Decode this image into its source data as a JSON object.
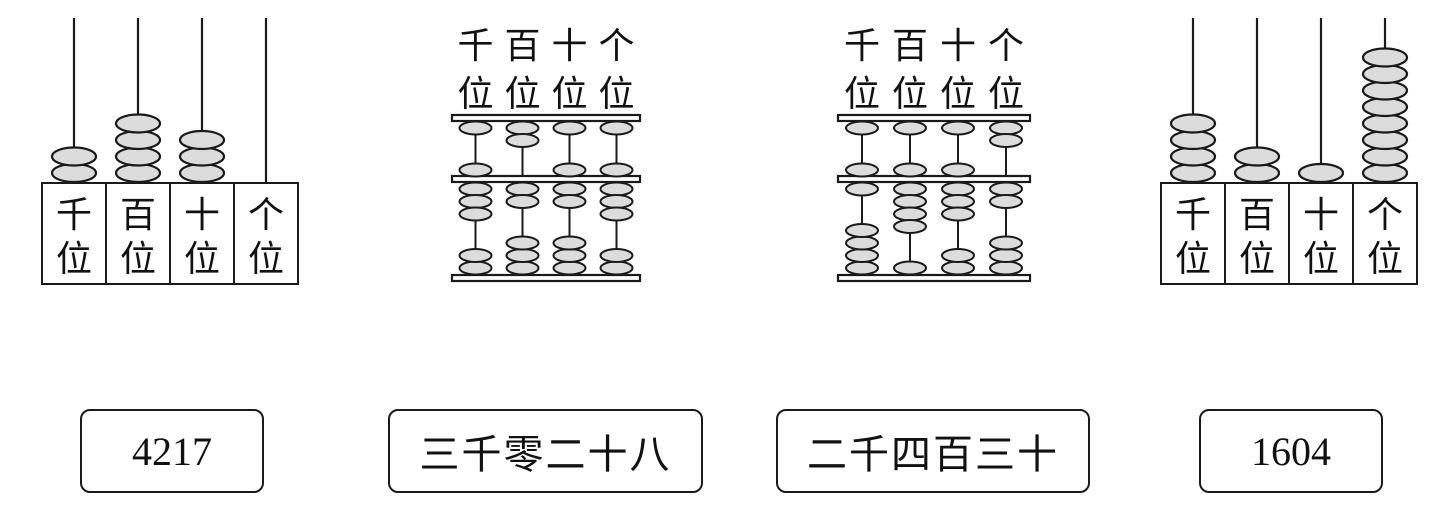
{
  "place_labels": [
    "千位",
    "百位",
    "十位",
    "个位"
  ],
  "abacuses": [
    {
      "kind": "counting",
      "beads": [
        2,
        4,
        3,
        0
      ]
    },
    {
      "kind": "suanpan",
      "heaven": [
        1,
        0,
        1,
        1
      ],
      "earth": [
        3,
        2,
        2,
        3
      ]
    },
    {
      "kind": "suanpan",
      "heaven": [
        1,
        1,
        1,
        0
      ],
      "earth": [
        1,
        4,
        3,
        2
      ]
    },
    {
      "kind": "counting",
      "beads": [
        4,
        2,
        1,
        8
      ]
    }
  ],
  "answers": [
    "4217",
    "三千零二十八",
    "二千四百三十",
    "1604"
  ]
}
